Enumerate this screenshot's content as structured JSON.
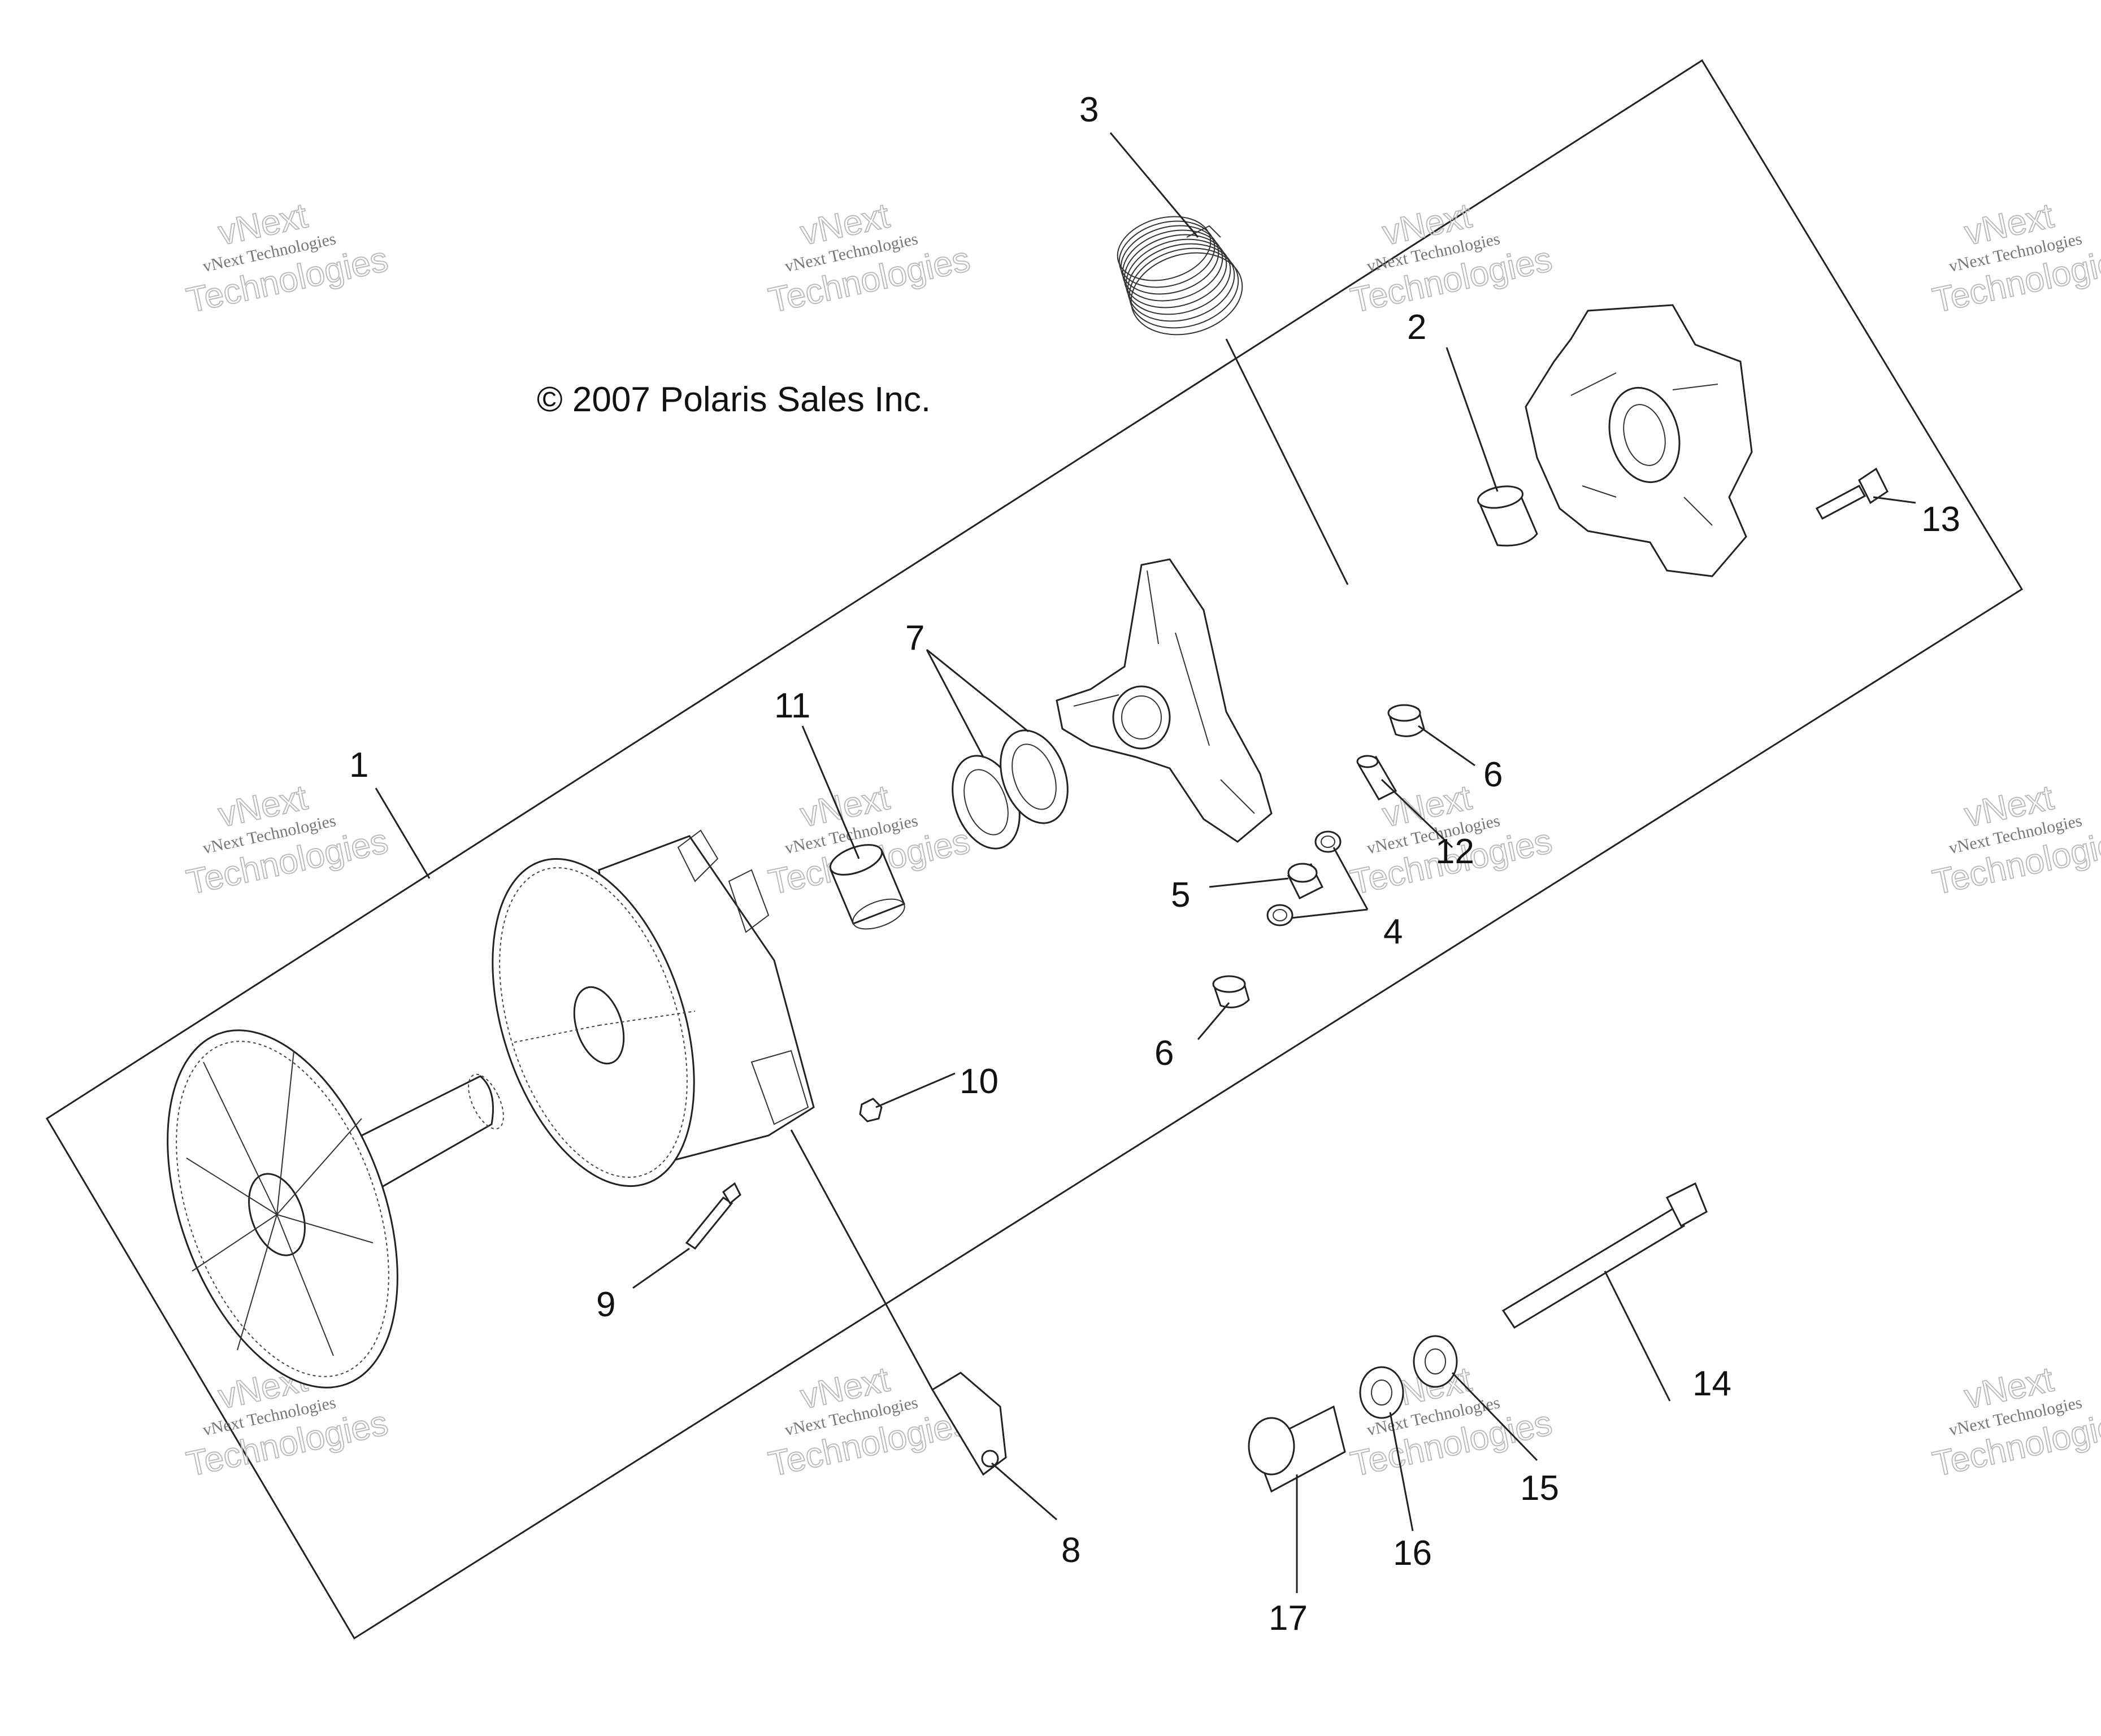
{
  "copyright": "© 2007 Polaris Sales Inc.",
  "watermark": {
    "line1": "vNext Technologies",
    "line2": "vNext",
    "line3": "Technologies"
  },
  "callouts": [
    "1",
    "2",
    "3",
    "4",
    "5",
    "6",
    "6",
    "7",
    "8",
    "9",
    "10",
    "11",
    "12",
    "13",
    "14",
    "15",
    "16",
    "17"
  ],
  "colors": {
    "ink": "#222222",
    "watermark": "#bbbbbb",
    "background": "#ffffff"
  }
}
